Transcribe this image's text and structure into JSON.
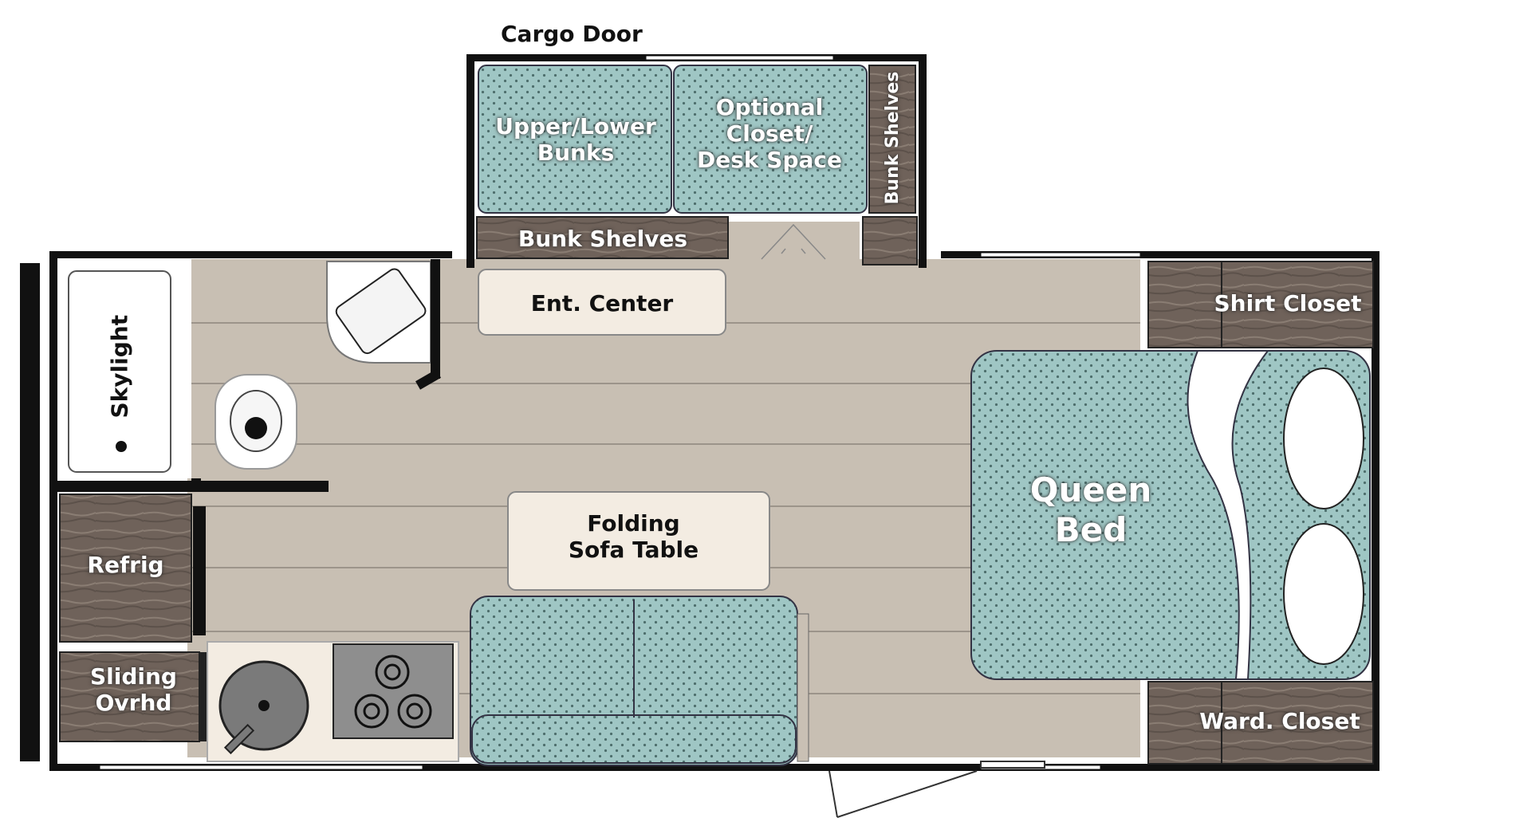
{
  "floorplan": {
    "labels": {
      "cargo_door": "Cargo Door",
      "upper_lower_bunks": "Upper/Lower Bunks",
      "optional_closet": "Optional Closet/ Desk Space",
      "bunk_shelves_vertical": "Bunk Shelves",
      "bunk_shelves": "Bunk Shelves",
      "ent_center": "Ent. Center",
      "shirt_closet": "Shirt Closet",
      "skylight": "Skylight",
      "queen_bed": "Queen Bed",
      "folding_sofa_table": "Folding Sofa Table",
      "refrig": "Refrig",
      "sliding_ovrhd": "Sliding Ovrhd",
      "ward_closet": "Ward. Closet"
    },
    "colors": {
      "floor": "#c8bfb3",
      "wall": "#111111",
      "fabric": "#9fc6c4",
      "fabric_dots": "#4d6e6c",
      "wood": "#6f625a",
      "counter": "#f3ece2",
      "fixture_white": "#ffffff"
    }
  }
}
